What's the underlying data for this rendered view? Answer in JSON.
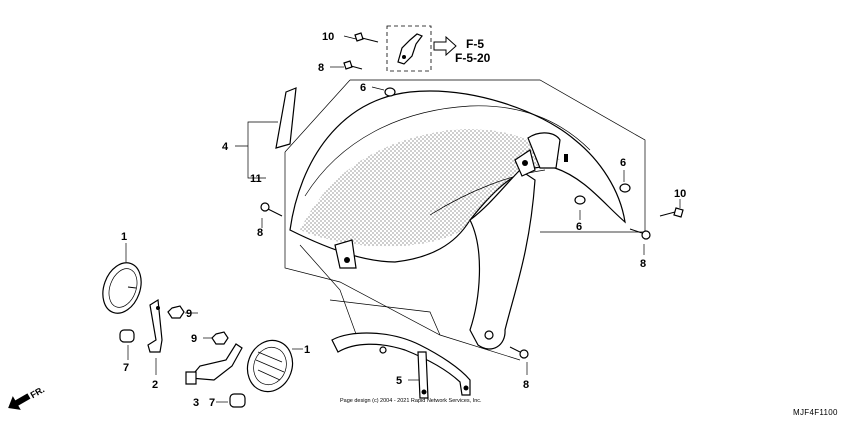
{
  "callouts": [
    {
      "id": "c10a",
      "label": "10"
    },
    {
      "id": "c8a",
      "label": "8"
    },
    {
      "id": "c6a",
      "label": "6"
    },
    {
      "id": "c4",
      "label": "4"
    },
    {
      "id": "c11",
      "label": "11"
    },
    {
      "id": "c8b",
      "label": "8"
    },
    {
      "id": "c1a",
      "label": "1"
    },
    {
      "id": "c9a",
      "label": "9"
    },
    {
      "id": "c9b",
      "label": "9"
    },
    {
      "id": "c7a",
      "label": "7"
    },
    {
      "id": "c2",
      "label": "2"
    },
    {
      "id": "c1b",
      "label": "1"
    },
    {
      "id": "c3",
      "label": "3"
    },
    {
      "id": "c7b",
      "label": "7"
    },
    {
      "id": "c5",
      "label": "5"
    },
    {
      "id": "c8c",
      "label": "8"
    },
    {
      "id": "c6b",
      "label": "6"
    },
    {
      "id": "c6c",
      "label": "6"
    },
    {
      "id": "c10b",
      "label": "10"
    },
    {
      "id": "c8d",
      "label": "8"
    }
  ],
  "references": [
    "F-5",
    "F-5-20"
  ],
  "diagram_code": "MJF4F1100",
  "direction_label": "FR.",
  "copyright": "Page design (c) 2004 - 2021 Rapid Network Services, Inc.",
  "colors": {
    "line": "#000000",
    "background": "#ffffff",
    "stipple": "#666666"
  }
}
